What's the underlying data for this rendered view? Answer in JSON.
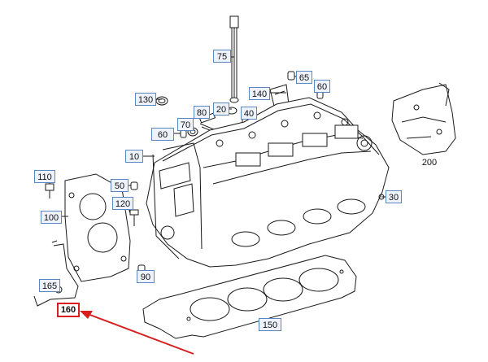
{
  "callouts": {
    "c75": "75",
    "c65": "65",
    "c60a": "60",
    "c140": "140",
    "c130": "130",
    "c80": "80",
    "c20": "20",
    "c40": "40",
    "c70": "70",
    "c60b": "60",
    "c10": "10",
    "c200": "200",
    "c110": "110",
    "c50": "50",
    "c120": "120",
    "c30": "30",
    "c100": "100",
    "c90": "90",
    "c165": "165",
    "c160": "160",
    "c150": "150"
  },
  "colors": {
    "line": "#1a1a1a",
    "callout_border": "#5b86c4",
    "callout_fill": "#eef3fb",
    "highlight": "#d62020"
  }
}
